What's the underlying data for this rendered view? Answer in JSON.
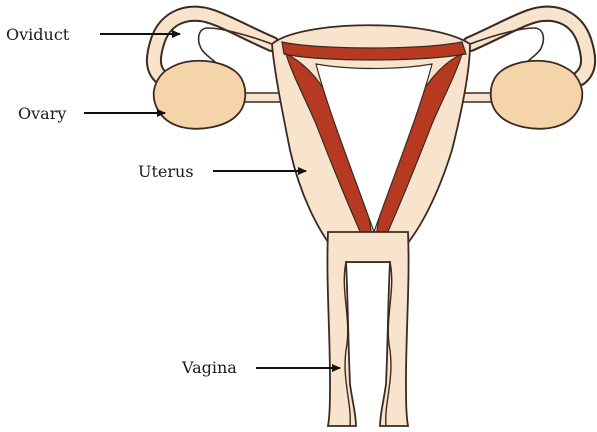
{
  "labels": {
    "oviduct": "Oviduct",
    "ovary": "Ovary",
    "uterus": "Uterus",
    "vagina": "Vagina"
  },
  "colors": {
    "tissue": "#f8e4cd",
    "ovary": "#f5d4aa",
    "lining": "#b63a22",
    "outline": "#3a2a22",
    "text": "#1a1a1a",
    "pointer": "#111111"
  }
}
